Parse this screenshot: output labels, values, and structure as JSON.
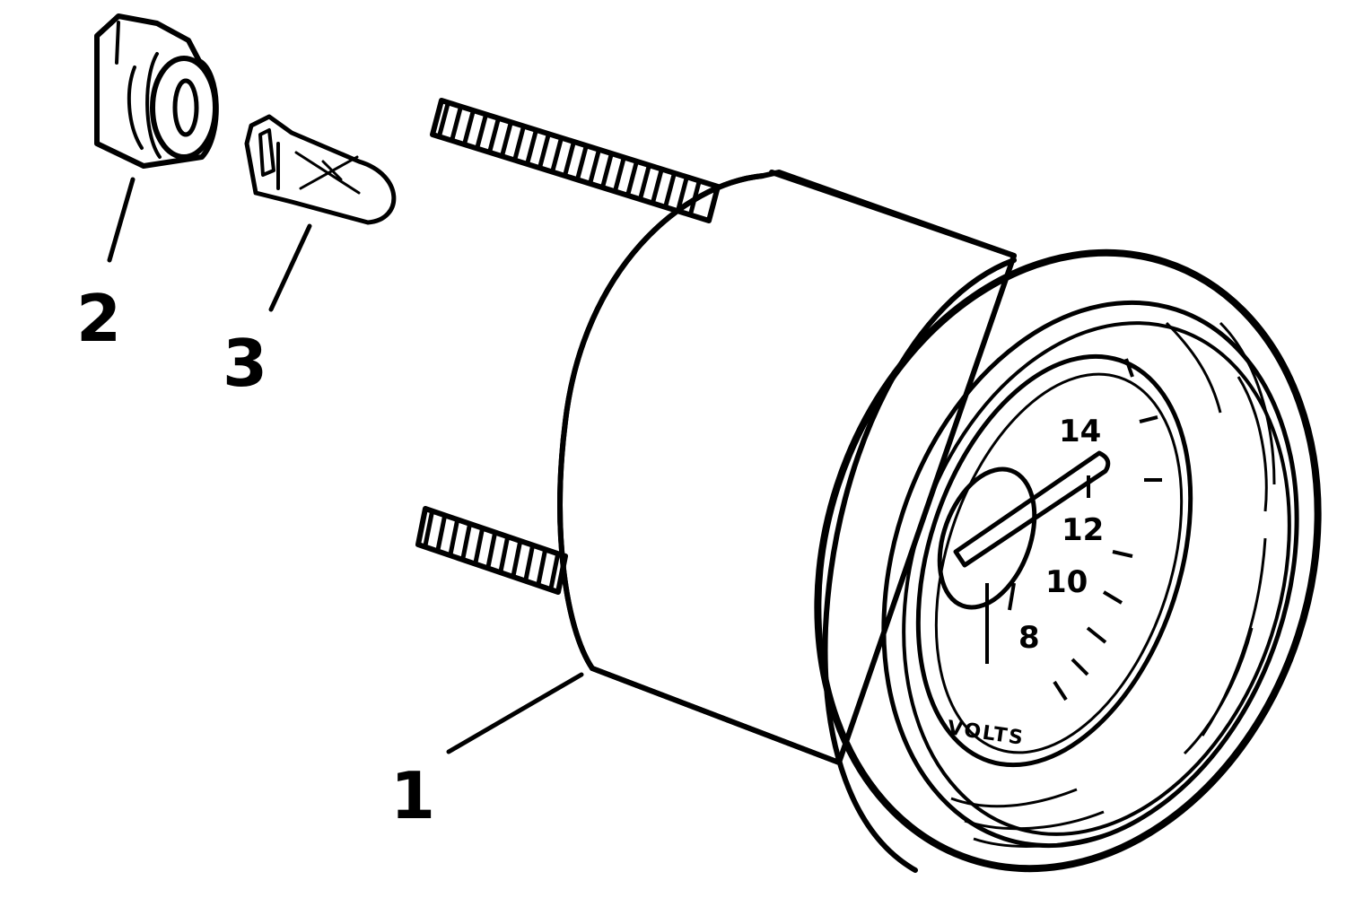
{
  "callouts": [
    {
      "id": "1",
      "label": "1"
    },
    {
      "id": "2",
      "label": "2"
    },
    {
      "id": "3",
      "label": "3"
    }
  ],
  "dial": {
    "numbers": [
      "14",
      "12",
      "10",
      "8"
    ],
    "unit": "VOLTS"
  },
  "parts": {
    "gauge": "voltmeter-gauge",
    "socket": "bulb-socket",
    "bulb": "wedge-bulb"
  }
}
